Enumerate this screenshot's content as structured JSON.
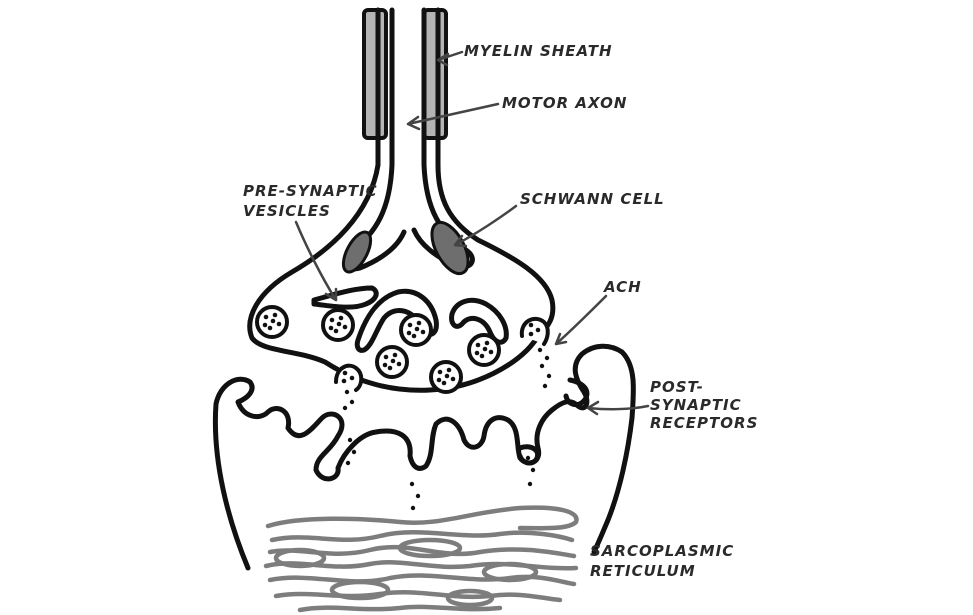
{
  "labels": {
    "myelin_sheath": "MYELIN SHEATH",
    "motor_axon": "MOTOR AXON",
    "pre_synaptic_1": "PRE-SYNAPTIC",
    "pre_synaptic_2": "VESICLES",
    "schwann_cell": "SCHWANN CELL",
    "ach": "ACH",
    "post_synaptic_1": "POST-",
    "post_synaptic_2": "SYNAPTIC",
    "post_synaptic_3": "RECEPTORS",
    "sarcoplasmic_1": "SARCOPLASMIC",
    "sarcoplasmic_2": "RETICULUM"
  },
  "colors": {
    "ink": "#111111",
    "myelin": "#b4b4b4",
    "schwann": "#6e6e6e",
    "reticulum": "#7d7d7d",
    "label": "#2a2a2a"
  }
}
